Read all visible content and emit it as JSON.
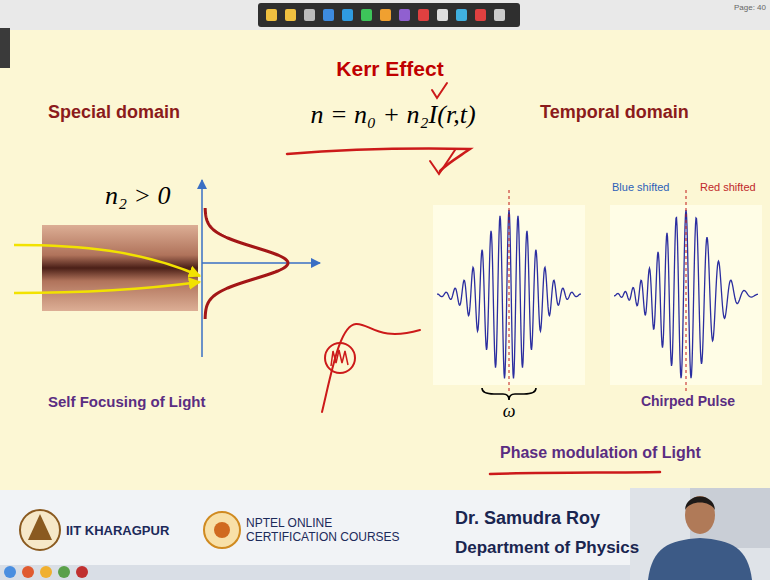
{
  "diagram": {
    "title": "Kerr Effect",
    "labels": [
      "Page: 40",
      "n = n₀ + n₂I(r,t)",
      "Special domain",
      "Temporal domain",
      "n₂ > 0",
      "Blue shifted",
      "Red shifted",
      "Self Focusing of Light",
      "ω",
      "Chirped Pulse",
      "Phase modulation of Light",
      "IIT KHARAGPUR",
      "NPTEL ONLINE CERTIFICATION COURSES",
      "Dr. Samudra Roy",
      "Department of Physics"
    ]
  }
}
